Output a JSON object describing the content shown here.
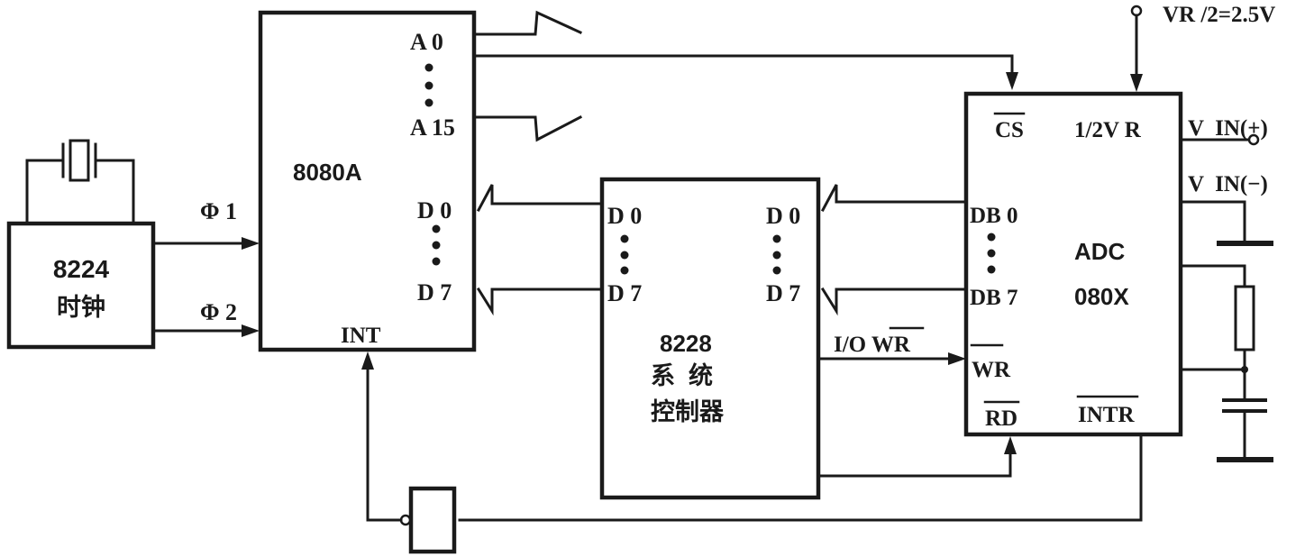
{
  "clock": {
    "line1": "8224",
    "line2": "时钟"
  },
  "cpu": {
    "name": "8080A",
    "addr_first": "A 0",
    "addr_last": "A 15",
    "data_first": "D 0",
    "data_last": "D 7",
    "int": "INT"
  },
  "phi1": "Φ 1",
  "phi2": "Φ 2",
  "controller": {
    "left_first": "D 0",
    "left_last": "D 7",
    "right_first": "D 0",
    "right_last": "D 7",
    "line1": "8228",
    "line2": "系  统",
    "line3": "控制器"
  },
  "io_wr": {
    "prefix": "I/O ",
    "signal": "WR"
  },
  "adc": {
    "name_line1": "ADC",
    "name_line2": "080X",
    "cs": "CS",
    "vref_half": "1/2V R",
    "db_first": "DB 0",
    "db_last": "DB 7",
    "wr": "WR",
    "rd": "RD",
    "intr": "INTR"
  },
  "vr_label": "VR /2=2.5V",
  "vin_plus": "V  IN(+)",
  "vin_minus": "V  IN(−)"
}
